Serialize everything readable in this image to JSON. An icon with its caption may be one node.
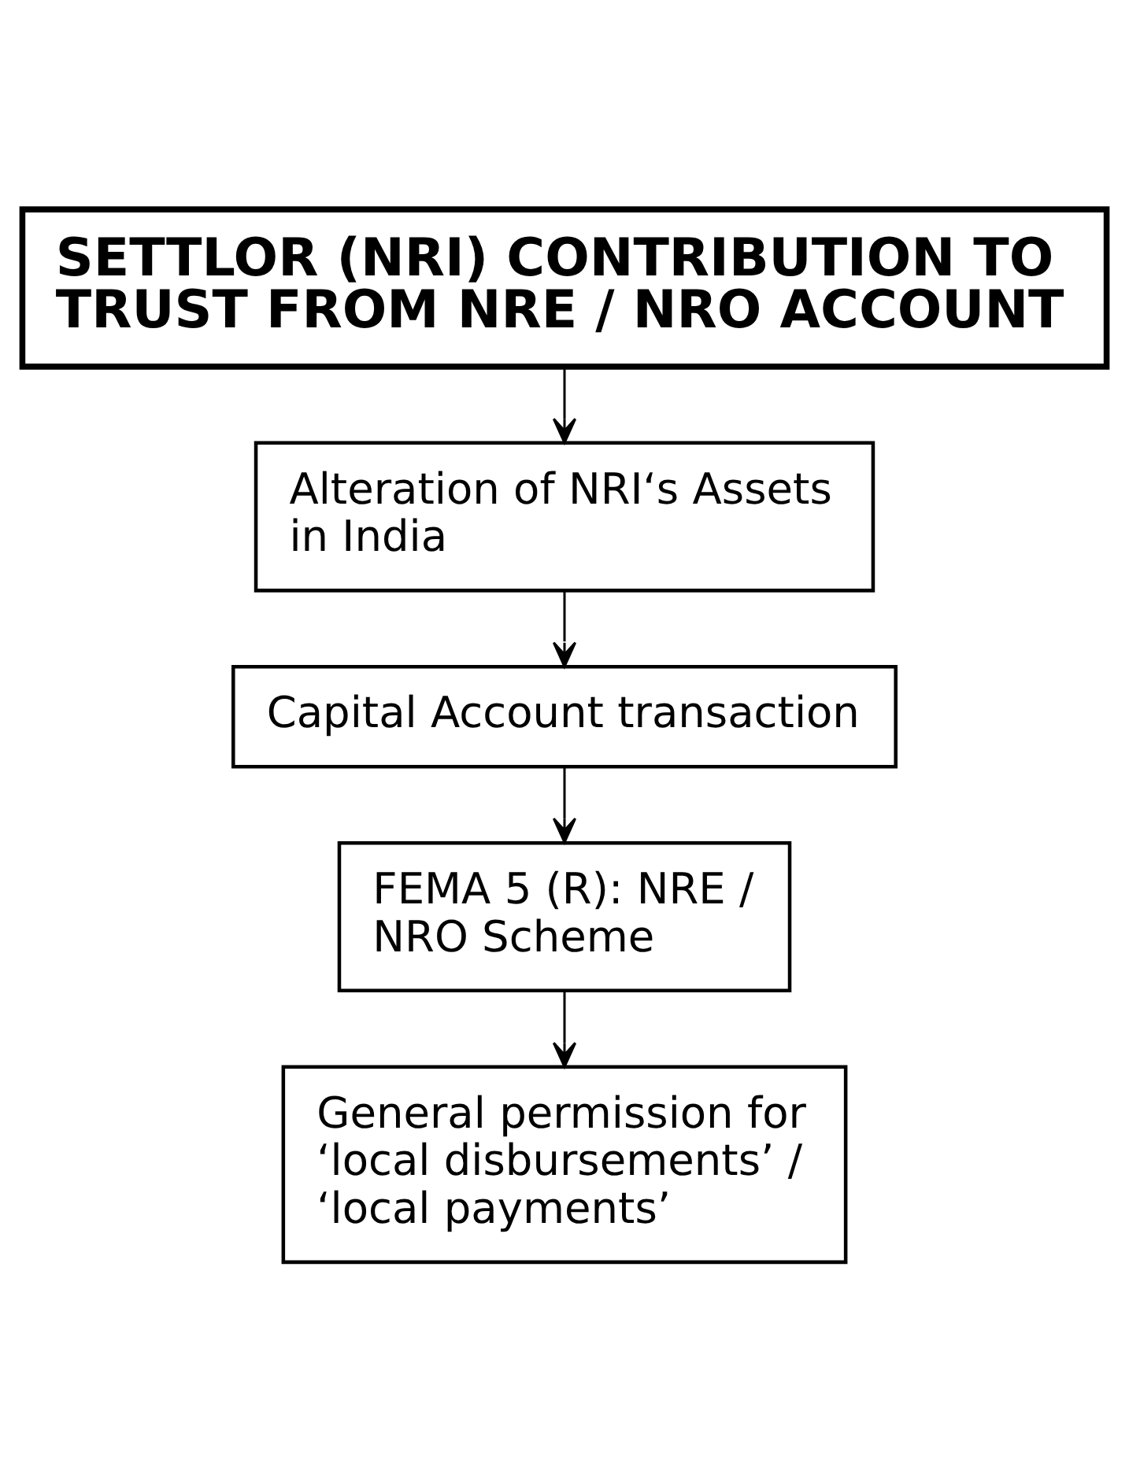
{
  "diagram": {
    "nodes": [
      {
        "text": [
          "SETTLOR (NRI) CONTRIBUTION TO TRUST FROM NRE / NRO ACCOUNT"
        ]
      },
      {
        "text": [
          "Alteration of NRI‘s Assets in India"
        ]
      },
      {
        "text": [
          "Capital Account transaction"
        ]
      },
      {
        "text": [
          "FEMA 5 (R): NRE / NRO Scheme"
        ]
      },
      {
        "text": [
          "General permission for ‘local disbursements’ / ‘local payments’"
        ]
      }
    ],
    "edges": [
      {
        "from": 0,
        "to": 1,
        "arrow": "to"
      },
      {
        "from": 1,
        "to": 2,
        "arrow": "to"
      },
      {
        "from": 2,
        "to": 3,
        "arrow": "to"
      },
      {
        "from": 3,
        "to": 4,
        "arrow": "to"
      }
    ]
  }
}
